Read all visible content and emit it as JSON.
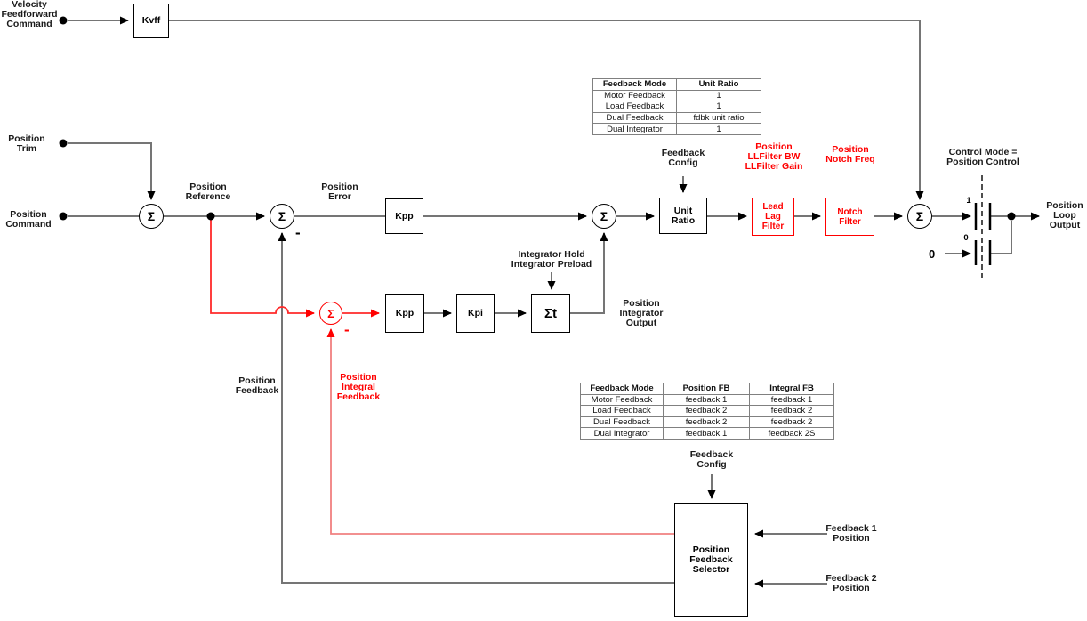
{
  "diagram": {
    "colors": {
      "accent_red": "#ff0000",
      "line_gray": "#757575",
      "red_line": "#f08080"
    },
    "labels": {
      "velocity_ff": "Velocity\nFeedforward\nCommand",
      "position_trim": "Position\nTrim",
      "position_command": "Position\nCommand",
      "position_reference": "Position\nReference",
      "position_error": "Position\nError",
      "feedback_config_top": "Feedback\nConfig",
      "llfilter_params": "Position\nLLFilter BW\nLLFilter Gain",
      "notch_params": "Position\nNotch Freq",
      "control_mode": "Control Mode =\nPosition Control",
      "position_loop_output": "Position\nLoop\nOutput",
      "integrator_hold": "Integrator Hold\nIntegrator Preload",
      "position_integrator_output": "Position\nIntegrator\nOutput",
      "position_feedback": "Position\nFeedback",
      "position_integral_feedback": "Position\nIntegral\nFeedback",
      "feedback_config_bottom": "Feedback\nConfig",
      "feedback1": "Feedback 1\nPosition",
      "feedback2": "Feedback 2\nPosition"
    },
    "blocks": {
      "kvff": "Kvff",
      "kpp_top": "Kpp",
      "kpp_bottom": "Kpp",
      "kpi": "Kpi",
      "sigma_t": "Σt",
      "unit_ratio": "Unit\nRatio",
      "lead_lag": "Lead\nLag\nFilter",
      "notch": "Notch\nFilter",
      "selector": "Position\nFeedback\nSelector"
    },
    "symbols": {
      "sum": "Σ",
      "minus": "-"
    },
    "switch": {
      "pos1": "1",
      "pos0": "0",
      "zero_source": "0"
    },
    "tables": [
      {
        "headers": [
          "Feedback Mode",
          "Unit Ratio"
        ],
        "rows": [
          [
            "Motor Feedback",
            "1"
          ],
          [
            "Load Feedback",
            "1"
          ],
          [
            "Dual Feedback",
            "fdbk unit ratio"
          ],
          [
            "Dual Integrator",
            "1"
          ]
        ]
      },
      {
        "headers": [
          "Feedback Mode",
          "Position FB",
          "Integral FB"
        ],
        "rows": [
          [
            "Motor Feedback",
            "feedback 1",
            "feedback 1"
          ],
          [
            "Load Feedback",
            "feedback 2",
            "feedback 2"
          ],
          [
            "Dual Feedback",
            "feedback 2",
            "feedback 2"
          ],
          [
            "Dual Integrator",
            "feedback 1",
            "feedback 2S"
          ]
        ]
      }
    ]
  }
}
